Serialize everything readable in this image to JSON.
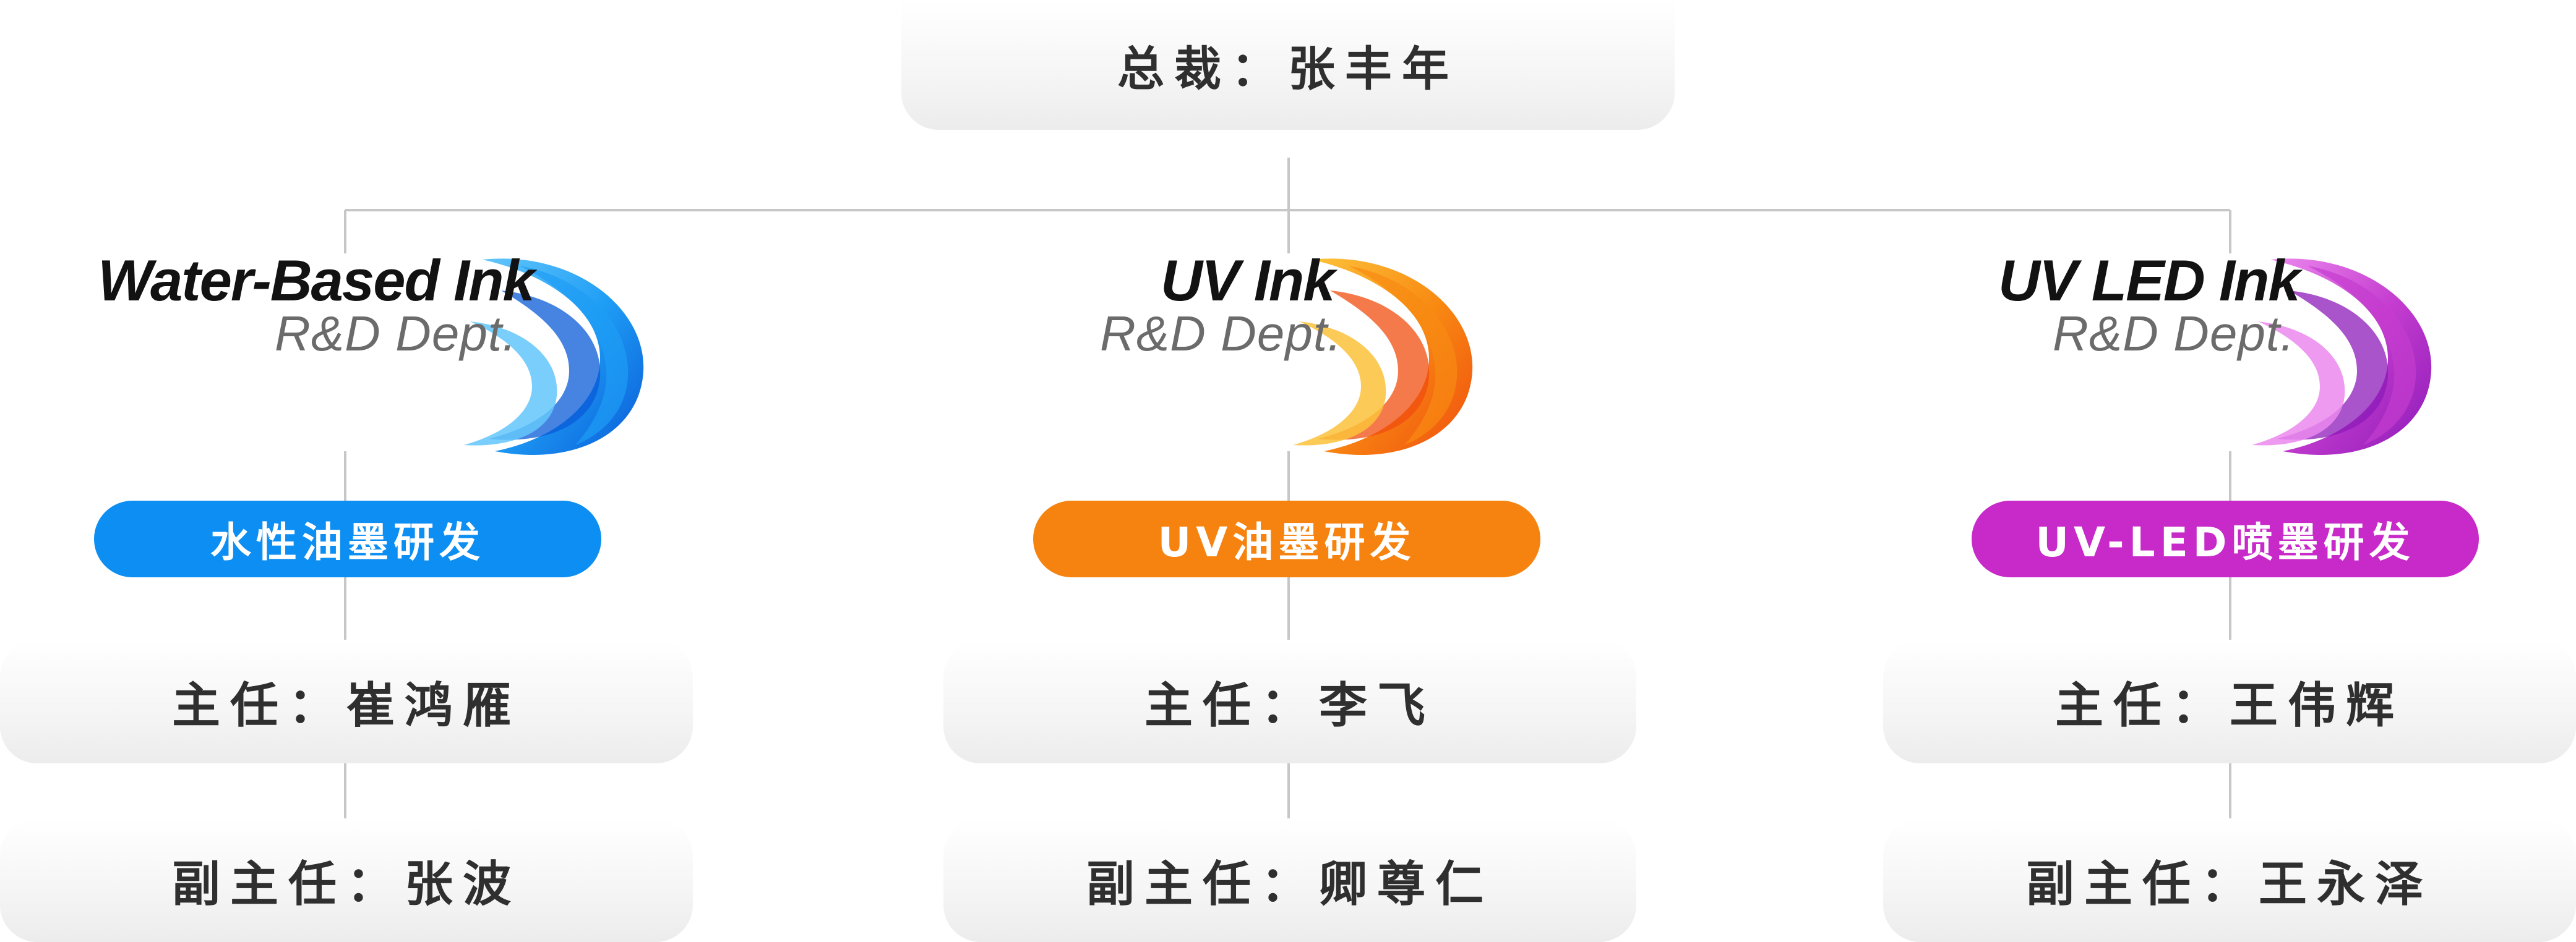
{
  "ceo": {
    "text": "总裁：张丰年"
  },
  "departments": [
    {
      "title": "Water-Based Ink",
      "subtitle": "R&D Dept.",
      "label": "水性油墨研发",
      "color": "#0c8ef2",
      "logo_colors": [
        "#0a5bd8",
        "#1e9df5",
        "#63c6fa"
      ],
      "director": "主任：崔鸿雁",
      "deputy": "副主任：张波"
    },
    {
      "title": "UV Ink",
      "subtitle": "R&D Dept.",
      "label": "UV油墨研发",
      "color": "#f6830f",
      "logo_colors": [
        "#f04e0f",
        "#f88a12",
        "#fcc23a"
      ],
      "director": "主任：李飞",
      "deputy": "副主任：卿尊仁"
    },
    {
      "title": "UV LED Ink",
      "subtitle": "R&D Dept.",
      "label": "UV-LED喷墨研发",
      "color": "#c72ac8",
      "logo_colors": [
        "#8c1bb8",
        "#c43ccf",
        "#ec88ee"
      ],
      "director": "主任：王伟辉",
      "deputy": "副主任：王永泽"
    }
  ],
  "connector_color": "#c7c7c7"
}
